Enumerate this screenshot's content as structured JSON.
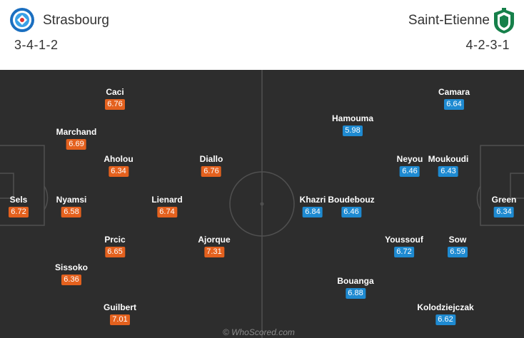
{
  "home": {
    "name": "Strasbourg",
    "formation": "3-4-1-2",
    "crest_icon": "strasbourg-crest-icon",
    "rating_color": "#e4611e"
  },
  "away": {
    "name": "Saint-Etienne",
    "formation": "4-2-3-1",
    "crest_icon": "saint-etienne-crest-icon",
    "rating_color": "#1e8ad1"
  },
  "players": {
    "home": [
      {
        "name": "Sels",
        "rating": "6.72"
      },
      {
        "name": "Caci",
        "rating": "6.76"
      },
      {
        "name": "Marchand",
        "rating": "6.69"
      },
      {
        "name": "Nyamsi",
        "rating": "6.58"
      },
      {
        "name": "Sissoko",
        "rating": "6.36"
      },
      {
        "name": "Aholou",
        "rating": "6.34"
      },
      {
        "name": "Prcic",
        "rating": "6.65"
      },
      {
        "name": "Guilbert",
        "rating": "7.01"
      },
      {
        "name": "Lienard",
        "rating": "6.74"
      },
      {
        "name": "Diallo",
        "rating": "6.76"
      },
      {
        "name": "Ajorque",
        "rating": "7.31"
      }
    ],
    "away": [
      {
        "name": "Green",
        "rating": "6.34"
      },
      {
        "name": "Camara",
        "rating": "6.64"
      },
      {
        "name": "Moukoudi",
        "rating": "6.43"
      },
      {
        "name": "Sow",
        "rating": "6.59"
      },
      {
        "name": "Kolodziejczak",
        "rating": "6.62"
      },
      {
        "name": "Neyou",
        "rating": "6.46"
      },
      {
        "name": "Youssouf",
        "rating": "6.72"
      },
      {
        "name": "Hamouma",
        "rating": "5.98"
      },
      {
        "name": "Boudebouz",
        "rating": "6.46"
      },
      {
        "name": "Bouanga",
        "rating": "6.88"
      },
      {
        "name": "Khazri",
        "rating": "6.84"
      }
    ]
  },
  "footer": {
    "watermark": "© WhoScored.com"
  }
}
